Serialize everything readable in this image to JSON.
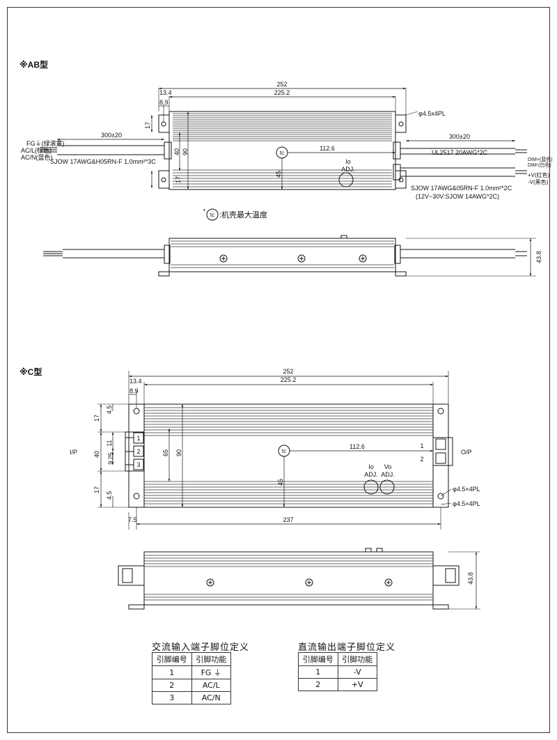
{
  "sections": {
    "ab_label": "※AB型",
    "c_label": "※C型"
  },
  "ab_top": {
    "dim_total": "252",
    "dim_inner": "225.2",
    "dim_13_4": "13.4",
    "dim_8_9": "8.9",
    "dim_17_top": "17",
    "dim_17_bot": "17",
    "dim_40": "40",
    "dim_90": "90",
    "dim_45": "45",
    "dim_112_6": "112.6",
    "hole_note": "φ4.5x4PL",
    "left_cable_len": "300±20",
    "right_cable_len": "300±20",
    "fg_label": "FG⏚(绿滚黄)",
    "acl_label": "AC/L(棕色)",
    "acn_label": "AC/N(蓝色)",
    "left_cable_spec": "SJOW 17AWG&H05RN-F 1.0mm²*3C",
    "right_cable_spec_top": "UL2517 20AWG*2C",
    "dim_plus": "DIM+(蓝色)",
    "dim_minus": "DIM-(白色)",
    "v_plus": "+V(红色)",
    "v_minus": "-V(黑色)",
    "right_cable_spec_bot1": "SJOW 17AWG&05RN-F 1.0mm²*2C",
    "right_cable_spec_bot2": "(12V~30V:SJOW 14AWG*2C)",
    "io_adj_1": "Io",
    "io_adj_2": "ADJ.",
    "tc_symbol": "tc",
    "tc_note": ":机壳最大温度"
  },
  "ab_side": {
    "height": "43.8"
  },
  "c_top": {
    "dim_total": "252",
    "dim_inner": "225.2",
    "dim_13_4": "13.4",
    "dim_8_9": "8.9",
    "dim_17_top": "17",
    "dim_4_5_top": "4.5",
    "dim_11": "11",
    "dim_40": "40",
    "dim_9_25": "9.25",
    "dim_17_bot": "17",
    "dim_4_5_bot": "4.5",
    "dim_65": "65",
    "dim_90": "90",
    "dim_45": "45",
    "dim_112_6": "112.6",
    "dim_7_5": "7.5",
    "dim_237": "237",
    "ip_label": "I/P",
    "op_label": "O/P",
    "pin1": "1",
    "pin2": "2",
    "pin3": "3",
    "out1": "1",
    "out2": "2",
    "io_1": "Io",
    "io_2": "ADJ.",
    "vo_1": "Vo",
    "vo_2": "ADJ.",
    "hole_note_1": "φ4.5×4PL",
    "hole_note_2": "φ4.5×4PL",
    "tc_symbol": "tc"
  },
  "c_side": {
    "height": "43.8"
  },
  "ac_table": {
    "title": "交流输入端子脚位定义",
    "headers": [
      "引脚编号",
      "引脚功能"
    ],
    "rows": [
      [
        "1",
        "FG ⏚"
      ],
      [
        "2",
        "AC/L"
      ],
      [
        "3",
        "AC/N"
      ]
    ]
  },
  "dc_table": {
    "title": "直流输出端子脚位定义",
    "headers": [
      "引脚编号",
      "引脚功能"
    ],
    "rows": [
      [
        "1",
        "-V"
      ],
      [
        "2",
        "+V"
      ]
    ]
  }
}
